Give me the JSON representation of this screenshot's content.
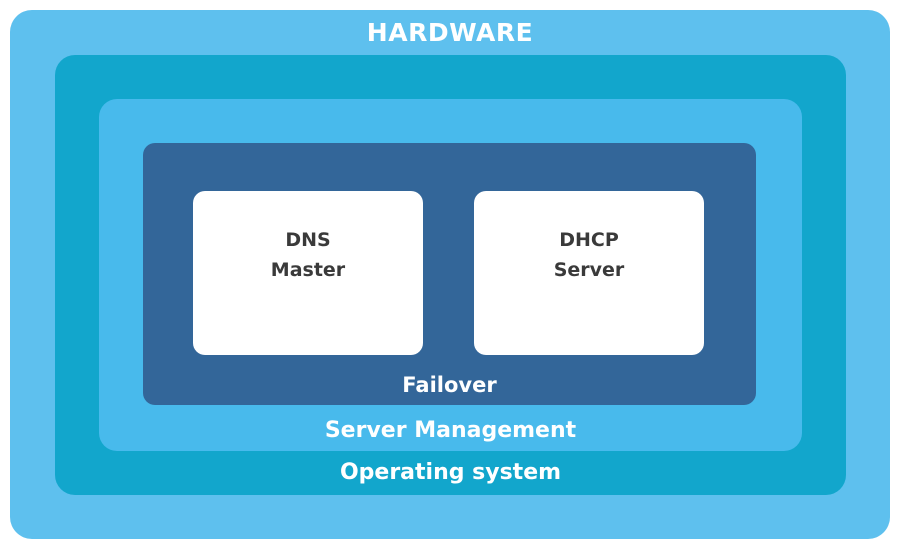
{
  "layers": {
    "hardware": "HARDWARE",
    "operating_system": "Operating system",
    "server_management": "Server Management",
    "failover": "Failover"
  },
  "boxes": [
    {
      "line1": "DNS",
      "line2": "Master"
    },
    {
      "line1": "DHCP",
      "line2": "Server"
    }
  ],
  "colors": {
    "hardware": "#5ec0ee",
    "operating_system": "#12a6cc",
    "server_management": "#48baec",
    "failover": "#336699",
    "box": "#ffffff",
    "box_text": "#3a3a3a",
    "label_text": "#ffffff"
  }
}
